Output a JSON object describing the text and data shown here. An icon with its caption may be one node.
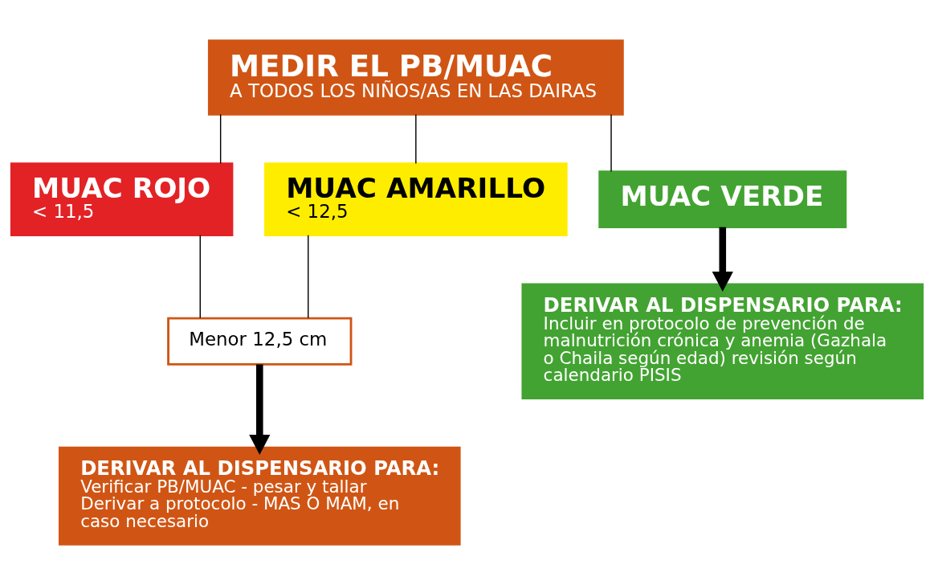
{
  "diagram": {
    "nodes": [
      {
        "text": [
          "MEDIR EL PB/MUAC",
          "A TODOS LOS NIÑOS/AS EN LAS DAIRAS"
        ]
      },
      {
        "text": [
          "MUAC ROJO",
          "< 11,5"
        ]
      },
      {
        "text": [
          "MUAC AMARILLO",
          "< 12,5"
        ]
      },
      {
        "text": [
          "MUAC VERDE"
        ]
      },
      {
        "text": [
          "Menor 12,5 cm"
        ]
      },
      {
        "text": [
          "DERIVAR AL DISPENSARIO PARA:",
          "Verificar PB/MUAC - pesar y tallar",
          "Derivar a protocolo - MAS O MAM, en caso necesario"
        ]
      },
      {
        "text": [
          "DERIVAR AL DISPENSARIO PARA:",
          "Incluir en protocolo de prevención de malnutrición crónica y anemia (Gazhala o Chaila según edad) revisión según calendario PISIS"
        ]
      }
    ],
    "edges": [
      {
        "from": 0,
        "to": 1,
        "arrow": "none"
      },
      {
        "from": 0,
        "to": 2,
        "arrow": "none"
      },
      {
        "from": 0,
        "to": 3,
        "arrow": "none"
      },
      {
        "from": 1,
        "to": 4,
        "arrow": "none"
      },
      {
        "from": 2,
        "to": 4,
        "arrow": "none"
      },
      {
        "from": 4,
        "to": 5,
        "arrow": "to",
        "style": "thick"
      },
      {
        "from": 3,
        "to": 6,
        "arrow": "to",
        "style": "thick"
      }
    ]
  }
}
